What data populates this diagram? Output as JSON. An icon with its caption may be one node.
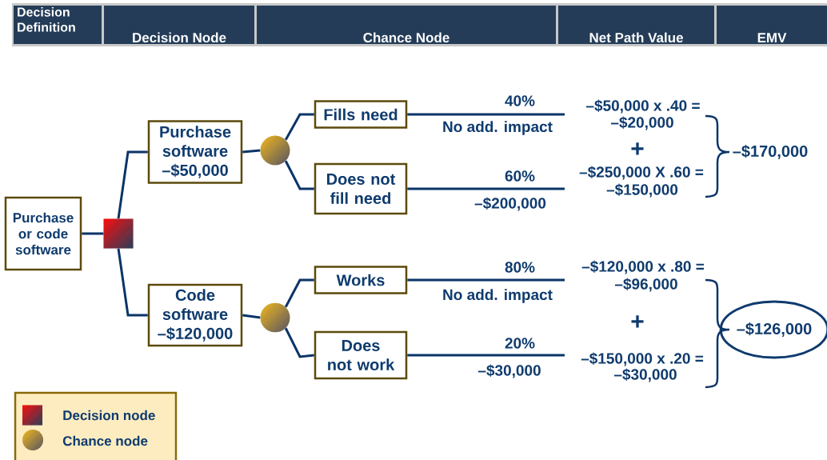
{
  "diagram": {
    "nodes": [
      {
        "text": [
          "Decision Definition"
        ]
      },
      {
        "text": [
          "Decision Node"
        ]
      },
      {
        "text": [
          "Chance Node"
        ]
      },
      {
        "text": [
          "Net Path Value"
        ]
      },
      {
        "text": [
          "EMV"
        ]
      },
      {
        "text": [
          "Purchase or code software"
        ]
      },
      {
        "text": [],
        "shape": "box"
      },
      {
        "text": [
          "Purchase software –$50,000"
        ]
      },
      {
        "text": [
          "Code software –$120,000"
        ]
      },
      {
        "text": [],
        "shape": "circle"
      },
      {
        "text": [],
        "shape": "circle"
      },
      {
        "text": [
          "Fills need"
        ]
      },
      {
        "text": [
          "Does not fill need"
        ]
      },
      {
        "text": [
          "Works"
        ]
      },
      {
        "text": [
          "Does not work"
        ]
      },
      {
        "text": [
          "–$126,000"
        ]
      }
    ],
    "edges": [
      {
        "from": 5,
        "to": 6,
        "arrow": "none"
      },
      {
        "from": 6,
        "to": 7,
        "arrow": "none"
      },
      {
        "from": 6,
        "to": 8,
        "arrow": "none"
      },
      {
        "from": 7,
        "to": 9,
        "arrow": "none"
      },
      {
        "from": 8,
        "to": 10,
        "arrow": "none"
      },
      {
        "from": 9,
        "to": 11,
        "arrow": "none"
      },
      {
        "from": 9,
        "to": 12,
        "arrow": "none"
      },
      {
        "from": 10,
        "to": 13,
        "arrow": "none"
      },
      {
        "from": 10,
        "to": 14,
        "arrow": "none"
      },
      {
        "from": 11,
        "to": null,
        "arrow": "none",
        "label": "40%"
      },
      {
        "from": 12,
        "to": null,
        "arrow": "none",
        "label": "60%"
      },
      {
        "from": 13,
        "to": null,
        "arrow": "none",
        "label": "80%"
      },
      {
        "from": 14,
        "to": null,
        "arrow": "none",
        "label": "20%"
      }
    ],
    "labels": [
      "No add. impact",
      "–$200,000",
      "No add. impact",
      "–$30,000",
      "–$50,000 x .40 =",
      "–$20,000",
      "+",
      "–$250,000 X .60 =",
      "–$150,000",
      "–$170,000",
      "–$120,000 x .80 =",
      "–$96,000",
      "+",
      "–$150,000 x .20 =",
      "–$30,000"
    ],
    "legend": [
      {
        "text": "Decision node"
      },
      {
        "text": "Chance node"
      }
    ]
  }
}
